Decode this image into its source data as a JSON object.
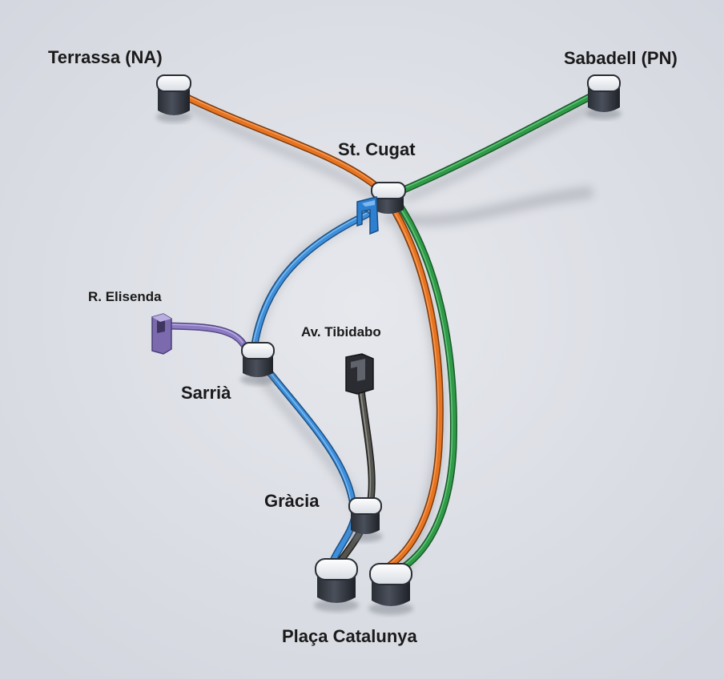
{
  "stations": {
    "terrassa": "Terrassa (NA)",
    "sabadell": "Sabadell (PN)",
    "st_cugat": "St. Cugat",
    "r_elisenda": "R. Elisenda",
    "av_tibidabo": "Av. Tibidabo",
    "sarria": "Sarrià",
    "gracia": "Gràcia",
    "placa_catalunya": "Plaça Catalunya"
  },
  "line_colors": {
    "terrassa_line": "#e8731f",
    "sabadell_line": "#2f9a48",
    "st_cugat_line": "#3d8fdc",
    "reina_elisenda_line": "#8c7bc4",
    "tibidabo_line": "#4a4a48"
  }
}
